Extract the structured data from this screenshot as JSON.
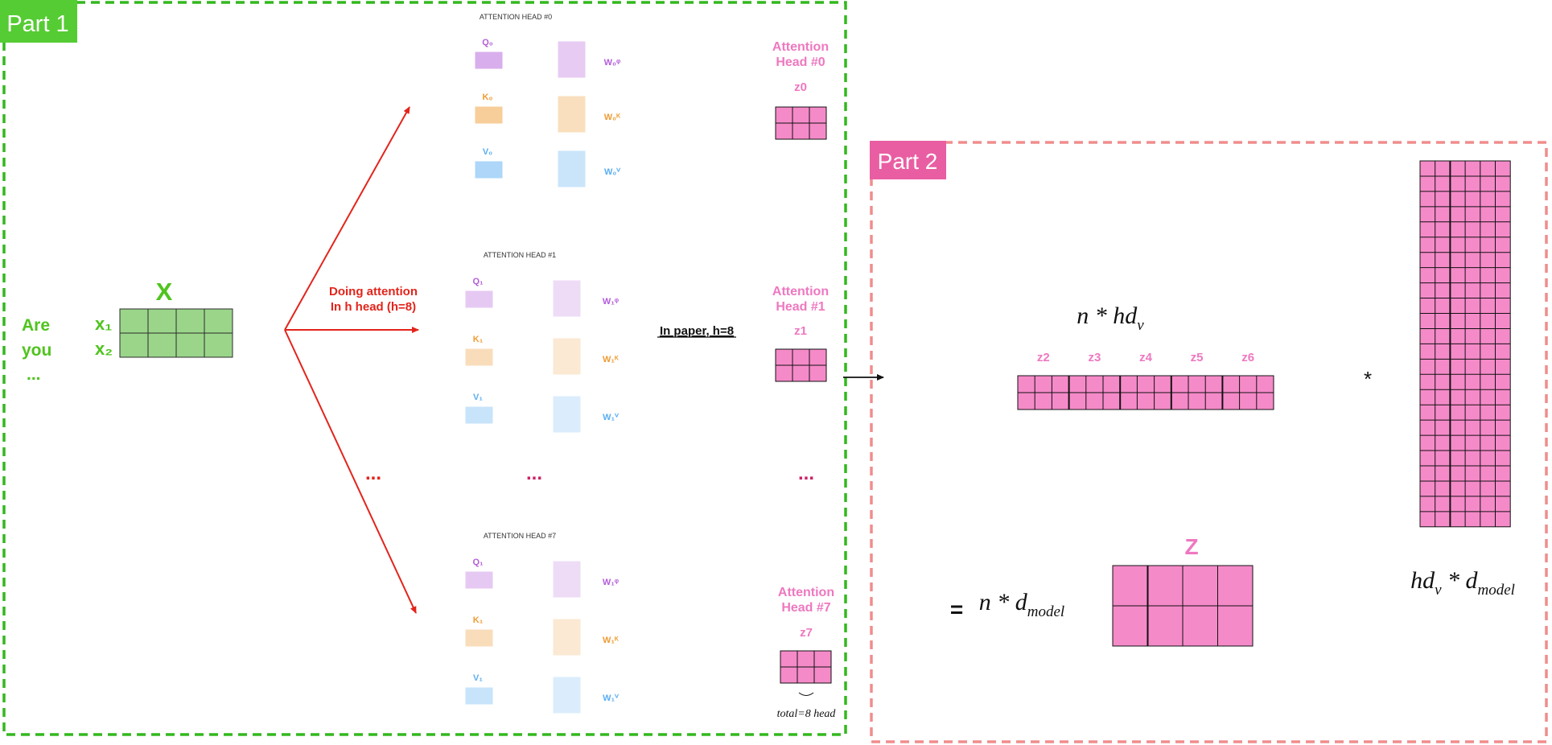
{
  "colors": {
    "part1_border": "#33b81f",
    "part1_tag": "#55cc33",
    "part2_border": "#f08d8d",
    "part2_tag": "#e95ea2",
    "green_cell": "#9bd58a",
    "green_text": "#4fc41e",
    "red": "#e3241b",
    "pink": "#f58ac9",
    "pink_text": "#ee78c0",
    "purple": "#b45ddb",
    "orange": "#ef9b33",
    "blue": "#5aaef2",
    "dots": "#cc2266"
  },
  "part1": {
    "label": "Part 1"
  },
  "part2": {
    "label": "Part 2"
  },
  "input": {
    "words": [
      "Are",
      "you",
      "..."
    ],
    "vectors": [
      "x₁",
      "x₂"
    ],
    "matrix_label": "X"
  },
  "arrow_label": [
    "Doing attention",
    "In h head (h=8)"
  ],
  "heads": [
    {
      "title": "ATTENTION HEAD #0",
      "q": "Q₀",
      "k": "K₀",
      "v": "V₀",
      "wq": "W₀ᵠ",
      "wk": "W₀ᴷ",
      "wv": "W₀ⱽ"
    },
    {
      "title": "ATTENTION HEAD #1",
      "q": "Q₁",
      "k": "K₁",
      "v": "V₁",
      "wq": "W₁ᵠ",
      "wk": "W₁ᴷ",
      "wv": "W₁ⱽ"
    },
    {
      "title": "ATTENTION HEAD #7",
      "q": "Q₁",
      "k": "K₁",
      "v": "V₁",
      "wq": "W₁ᵠ",
      "wk": "W₁ᴷ",
      "wv": "W₁ⱽ"
    }
  ],
  "outputs": [
    {
      "title1": "Attention",
      "title2": "Head #0",
      "z": "z0"
    },
    {
      "title1": "Attention",
      "title2": "Head #1",
      "z": "z1"
    },
    {
      "title1": "Attention",
      "title2": "Head #7",
      "z": "z7"
    }
  ],
  "ellipsis": "...",
  "paper_note": "In paper, h=8",
  "total_note": "total=8  head",
  "concat": {
    "dims_prefix": "n * hd",
    "dims_sub": "v",
    "labels": [
      "z2",
      "z3",
      "z4",
      "z5",
      "z6"
    ]
  },
  "multiply_sign": "*",
  "equals_sign": "=",
  "weight": {
    "dims_a": "hd",
    "dims_a_sub": "v",
    "dims_mid": " * d",
    "dims_sub": "model"
  },
  "result": {
    "label": "Z",
    "dims_prefix": "n * d",
    "dims_sub": "model"
  }
}
